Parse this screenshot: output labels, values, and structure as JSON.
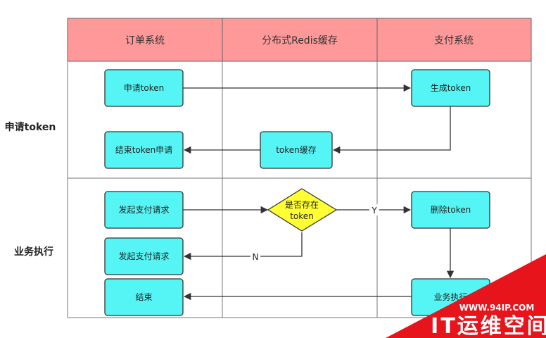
{
  "lanes": [
    "订单系统",
    "分布式Redis缓存",
    "支付系统"
  ],
  "rows": [
    "申请token",
    "业务执行"
  ],
  "nodes": {
    "apply_token": "申请token",
    "generate_token": "生成token",
    "token_cache": "token缓存",
    "end_apply": "结束token申请",
    "pay_request_1": "发起支付请求",
    "exists_check_line1": "是否存在",
    "exists_check_line2": "token",
    "delete_token": "删除token",
    "pay_request_2": "发起支付请求",
    "business_exec": "业务执行",
    "end": "结束"
  },
  "edge_labels": {
    "yes": "Y",
    "no": "N"
  },
  "watermark": {
    "url": "WWW.94IP.COM",
    "text": "IT运维空间"
  },
  "colors": {
    "header": "#ff9999",
    "box": "#55f5f5",
    "diamond": "#ffff33",
    "watermark": "#e8141b",
    "stroke": "#333333"
  }
}
